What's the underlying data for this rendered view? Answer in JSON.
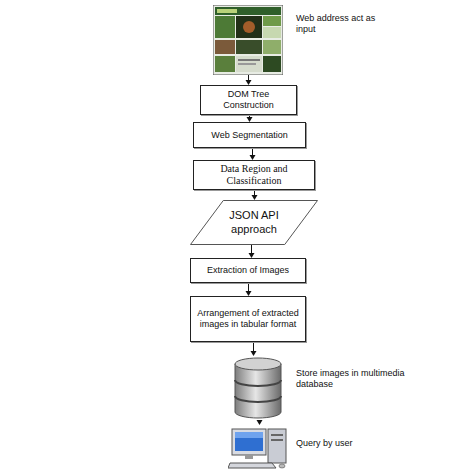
{
  "diagram": {
    "nodes": [
      {
        "text": [
          "Web address act as input"
        ]
      },
      {
        "text": [
          "DOM Tree Construction"
        ]
      },
      {
        "text": [
          "Web Segmentation"
        ]
      },
      {
        "text": [
          "Data Region and Classification"
        ]
      },
      {
        "text": [
          "JSON API approach"
        ]
      },
      {
        "text": [
          "Extraction of Images"
        ]
      },
      {
        "text": [
          "Arrangement of extracted images in tabular format"
        ]
      },
      {
        "text": [
          "Store images in multimedia database"
        ]
      },
      {
        "text": [
          "Query by user"
        ]
      }
    ],
    "edges": [
      {
        "from": 0,
        "to": 1,
        "arrow": "to"
      },
      {
        "from": 1,
        "to": 2,
        "arrow": "to"
      },
      {
        "from": 2,
        "to": 3,
        "arrow": "to"
      },
      {
        "from": 3,
        "to": 4,
        "arrow": "to"
      },
      {
        "from": 4,
        "to": 5,
        "arrow": "to"
      },
      {
        "from": 5,
        "to": 6,
        "arrow": "to"
      },
      {
        "from": 6,
        "to": 7,
        "arrow": "to"
      },
      {
        "from": 7,
        "to": 8,
        "arrow": "to"
      }
    ]
  }
}
